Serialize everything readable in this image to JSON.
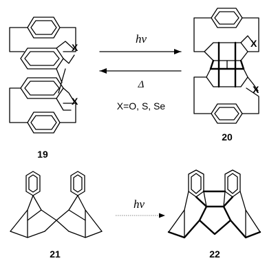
{
  "reaction_top": {
    "forward_label": "hν",
    "reverse_label": "Δ",
    "condition": "X=O, S, Se",
    "reactant_number": "19",
    "product_number": "20",
    "hetero_atom": "X"
  },
  "reaction_bottom": {
    "forward_label": "hν",
    "reactant_number": "21",
    "product_number": "22"
  }
}
